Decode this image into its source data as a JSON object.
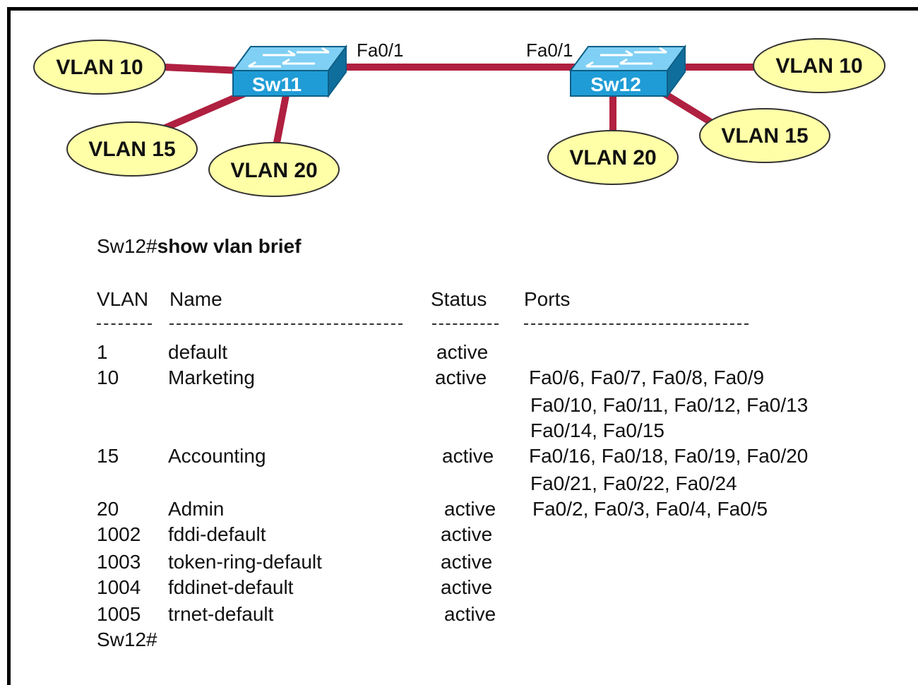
{
  "topology": {
    "switches": [
      {
        "id": "sw11",
        "label": "Sw11"
      },
      {
        "id": "sw12",
        "label": "Sw12"
      }
    ],
    "trunk_ports": {
      "left": "Fa0/1",
      "right": "Fa0/1"
    },
    "vlan_bubbles": {
      "sw11_v10": "VLAN 10",
      "sw11_v15": "VLAN 15",
      "sw11_v20": "VLAN 20",
      "sw12_v10": "VLAN 10",
      "sw12_v15": "VLAN 15",
      "sw12_v20": "VLAN 20"
    },
    "colors": {
      "link": "#b02040",
      "bubble_fill": "#ffffa8",
      "switch_face": "#1f9cd6",
      "switch_top": "#7fd0f4",
      "switch_side": "#0f6e9c"
    }
  },
  "cli": {
    "prompt": "Sw12#",
    "command": "show vlan brief",
    "headers": {
      "vlan": "VLAN",
      "name": "Name",
      "status": "Status",
      "ports": "Ports"
    },
    "rows": [
      {
        "vlan": "1",
        "name": "default",
        "status": "active",
        "ports": []
      },
      {
        "vlan": "10",
        "name": "Marketing",
        "status": "active",
        "ports": [
          "Fa0/6, Fa0/7, Fa0/8, Fa0/9",
          "Fa0/10, Fa0/11, Fa0/12, Fa0/13",
          "Fa0/14, Fa0/15"
        ]
      },
      {
        "vlan": "15",
        "name": "Accounting",
        "status": "active",
        "ports": [
          "Fa0/16, Fa0/18, Fa0/19, Fa0/20",
          "Fa0/21, Fa0/22, Fa0/24"
        ]
      },
      {
        "vlan": "20",
        "name": "Admin",
        "status": "active",
        "ports": [
          "Fa0/2, Fa0/3, Fa0/4, Fa0/5"
        ]
      },
      {
        "vlan": "1002",
        "name": "fddi-default",
        "status": "active",
        "ports": []
      },
      {
        "vlan": "1003",
        "name": "token-ring-default",
        "status": "active",
        "ports": []
      },
      {
        "vlan": "1004",
        "name": "fddinet-default",
        "status": "active",
        "ports": []
      },
      {
        "vlan": "1005",
        "name": "trnet-default",
        "status": "active",
        "ports": []
      }
    ],
    "end_prompt": "Sw12#"
  }
}
